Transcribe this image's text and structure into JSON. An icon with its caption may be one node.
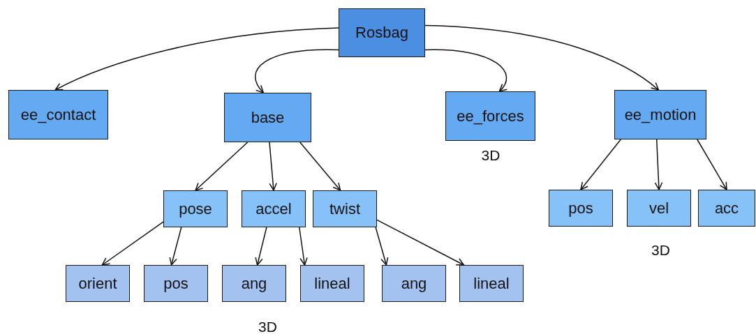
{
  "diagram": {
    "nodes": [
      {
        "text": [
          "Rosbag"
        ]
      },
      {
        "text": [
          "ee_contact"
        ]
      },
      {
        "text": [
          "base"
        ]
      },
      {
        "text": [
          "ee_forces"
        ],
        "beside": [
          "3D"
        ]
      },
      {
        "text": [
          "ee_motion"
        ]
      },
      {
        "text": [
          "pose"
        ]
      },
      {
        "text": [
          "accel"
        ]
      },
      {
        "text": [
          "twist"
        ]
      },
      {
        "text": [
          "orient"
        ]
      },
      {
        "text": [
          "pos"
        ]
      },
      {
        "text": [
          "ang"
        ]
      },
      {
        "text": [
          "lineal"
        ]
      },
      {
        "text": [
          "ang"
        ]
      },
      {
        "text": [
          "lineal"
        ]
      },
      {
        "text": [
          "pos"
        ]
      },
      {
        "text": [
          "vel"
        ]
      },
      {
        "text": [
          "acc"
        ]
      }
    ],
    "edges": [
      {
        "from": 0,
        "to": 1,
        "arrow": "to"
      },
      {
        "from": 0,
        "to": 2,
        "arrow": "to"
      },
      {
        "from": 0,
        "to": 3,
        "arrow": "to"
      },
      {
        "from": 0,
        "to": 4,
        "arrow": "to"
      },
      {
        "from": 2,
        "to": 5,
        "arrow": "to"
      },
      {
        "from": 2,
        "to": 6,
        "arrow": "to"
      },
      {
        "from": 2,
        "to": 7,
        "arrow": "to"
      },
      {
        "from": 5,
        "to": 8,
        "arrow": "to"
      },
      {
        "from": 5,
        "to": 9,
        "arrow": "to"
      },
      {
        "from": 6,
        "to": 10,
        "arrow": "to"
      },
      {
        "from": 6,
        "to": 11,
        "arrow": "to"
      },
      {
        "from": 7,
        "to": 12,
        "arrow": "to"
      },
      {
        "from": 7,
        "to": 13,
        "arrow": "to"
      },
      {
        "from": 4,
        "to": 14,
        "arrow": "to"
      },
      {
        "from": 4,
        "to": 15,
        "arrow": "to"
      },
      {
        "from": 4,
        "to": 16,
        "arrow": "to"
      }
    ],
    "labels": [
      "3D",
      "3D"
    ]
  }
}
